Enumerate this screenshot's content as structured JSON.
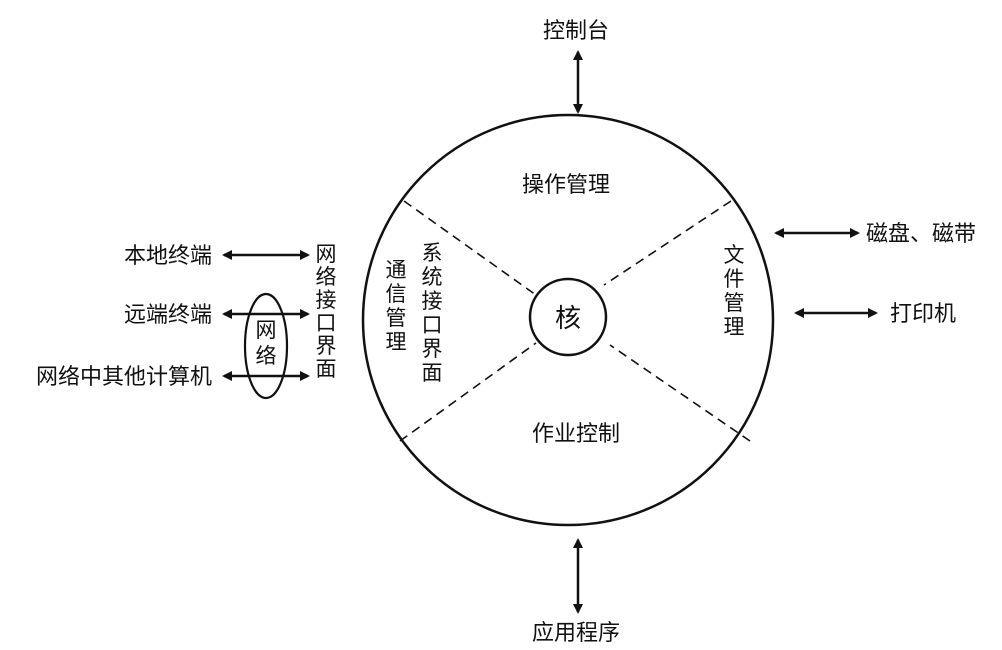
{
  "top_label": "控制台",
  "bottom_label": "应用程序",
  "core_label": "核",
  "sections": {
    "top": "操作管理",
    "bottom": "作业控制",
    "left_outer": "通信管理",
    "left_inner": "系统接口界面",
    "right": "文件管理"
  },
  "right_devices": [
    "磁盘、磁带",
    "打印机"
  ],
  "left_terminals": [
    "本地终端",
    "远端终端",
    "网络中其他计算机"
  ],
  "network_label": "网络",
  "network_interface_label": "网络接口界面"
}
